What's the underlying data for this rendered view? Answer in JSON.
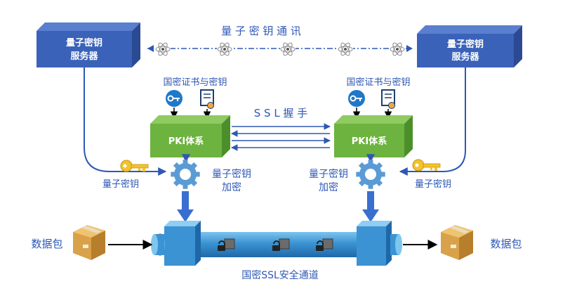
{
  "top_channel_label": "量 子 密 钥 通 讯",
  "left_server": {
    "line1": "量子密钥",
    "line2": "服务器"
  },
  "right_server": {
    "line1": "量子密钥",
    "line2": "服务器"
  },
  "left_cert_label": "国密证书与密钥",
  "right_cert_label": "国密证书与密钥",
  "ssl_handshake_label": "S S L 握 手",
  "left_pki_label": "PKI体系",
  "right_pki_label": "PKI体系",
  "left_encrypt": {
    "line1": "量子密钥",
    "line2": "加密"
  },
  "right_encrypt": {
    "line1": "量子密钥",
    "line2": "加密"
  },
  "left_qkey_label": "量子密钥",
  "right_qkey_label": "量子密钥",
  "left_packet_label": "数据包",
  "right_packet_label": "数据包",
  "tunnel_label": "国密SSL安全通道",
  "colors": {
    "server_blue": "#3a62b8",
    "pki_green": "#6db33f",
    "accent_blue": "#2e58b4",
    "tunnel_blue": "#3a8fcf",
    "gear_blue": "#5b9bd5",
    "key_gold": "#f2c230",
    "box_tan": "#d9a24a"
  },
  "icons": [
    "atom-icon",
    "key-icon",
    "certificate-icon",
    "gear-icon",
    "lock-icon",
    "package-icon",
    "arrow-icon"
  ]
}
